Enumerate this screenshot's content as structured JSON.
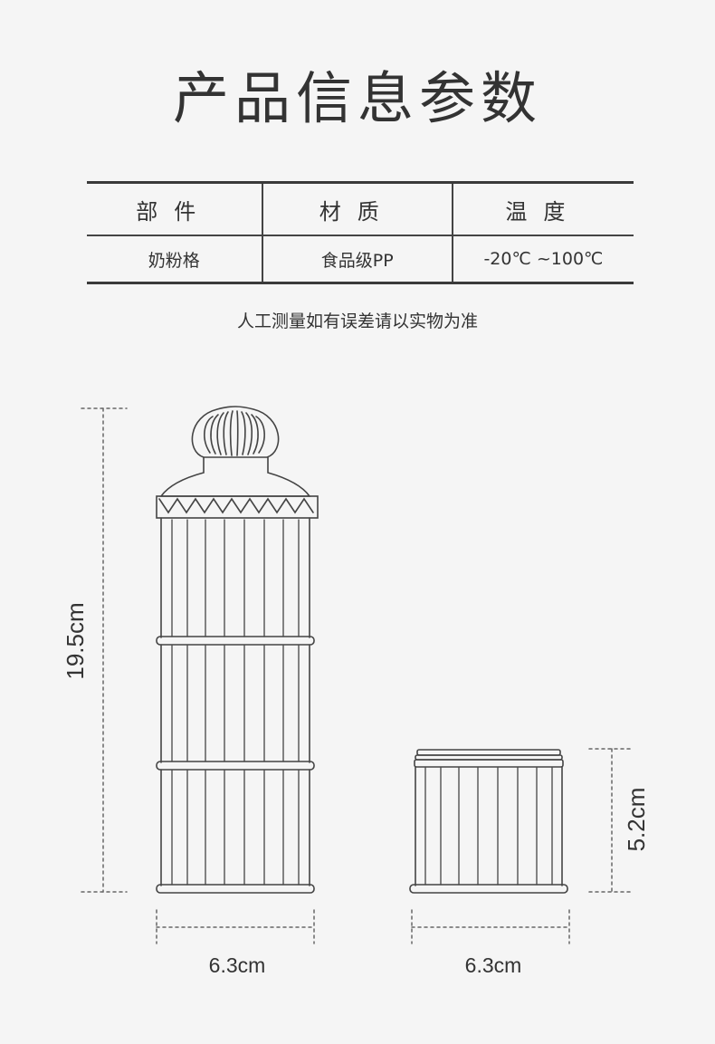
{
  "title": "产品信息参数",
  "table": {
    "headers": [
      "部件",
      "材质",
      "温度"
    ],
    "rows": [
      [
        "奶粉格",
        "食品级PP",
        "-20℃ ~100℃"
      ]
    ]
  },
  "note": "人工测量如有误差请以实物为准",
  "dimensions": {
    "tall_height": "19.5cm",
    "tall_width": "6.3cm",
    "short_height": "5.2cm",
    "short_width": "6.3cm"
  }
}
